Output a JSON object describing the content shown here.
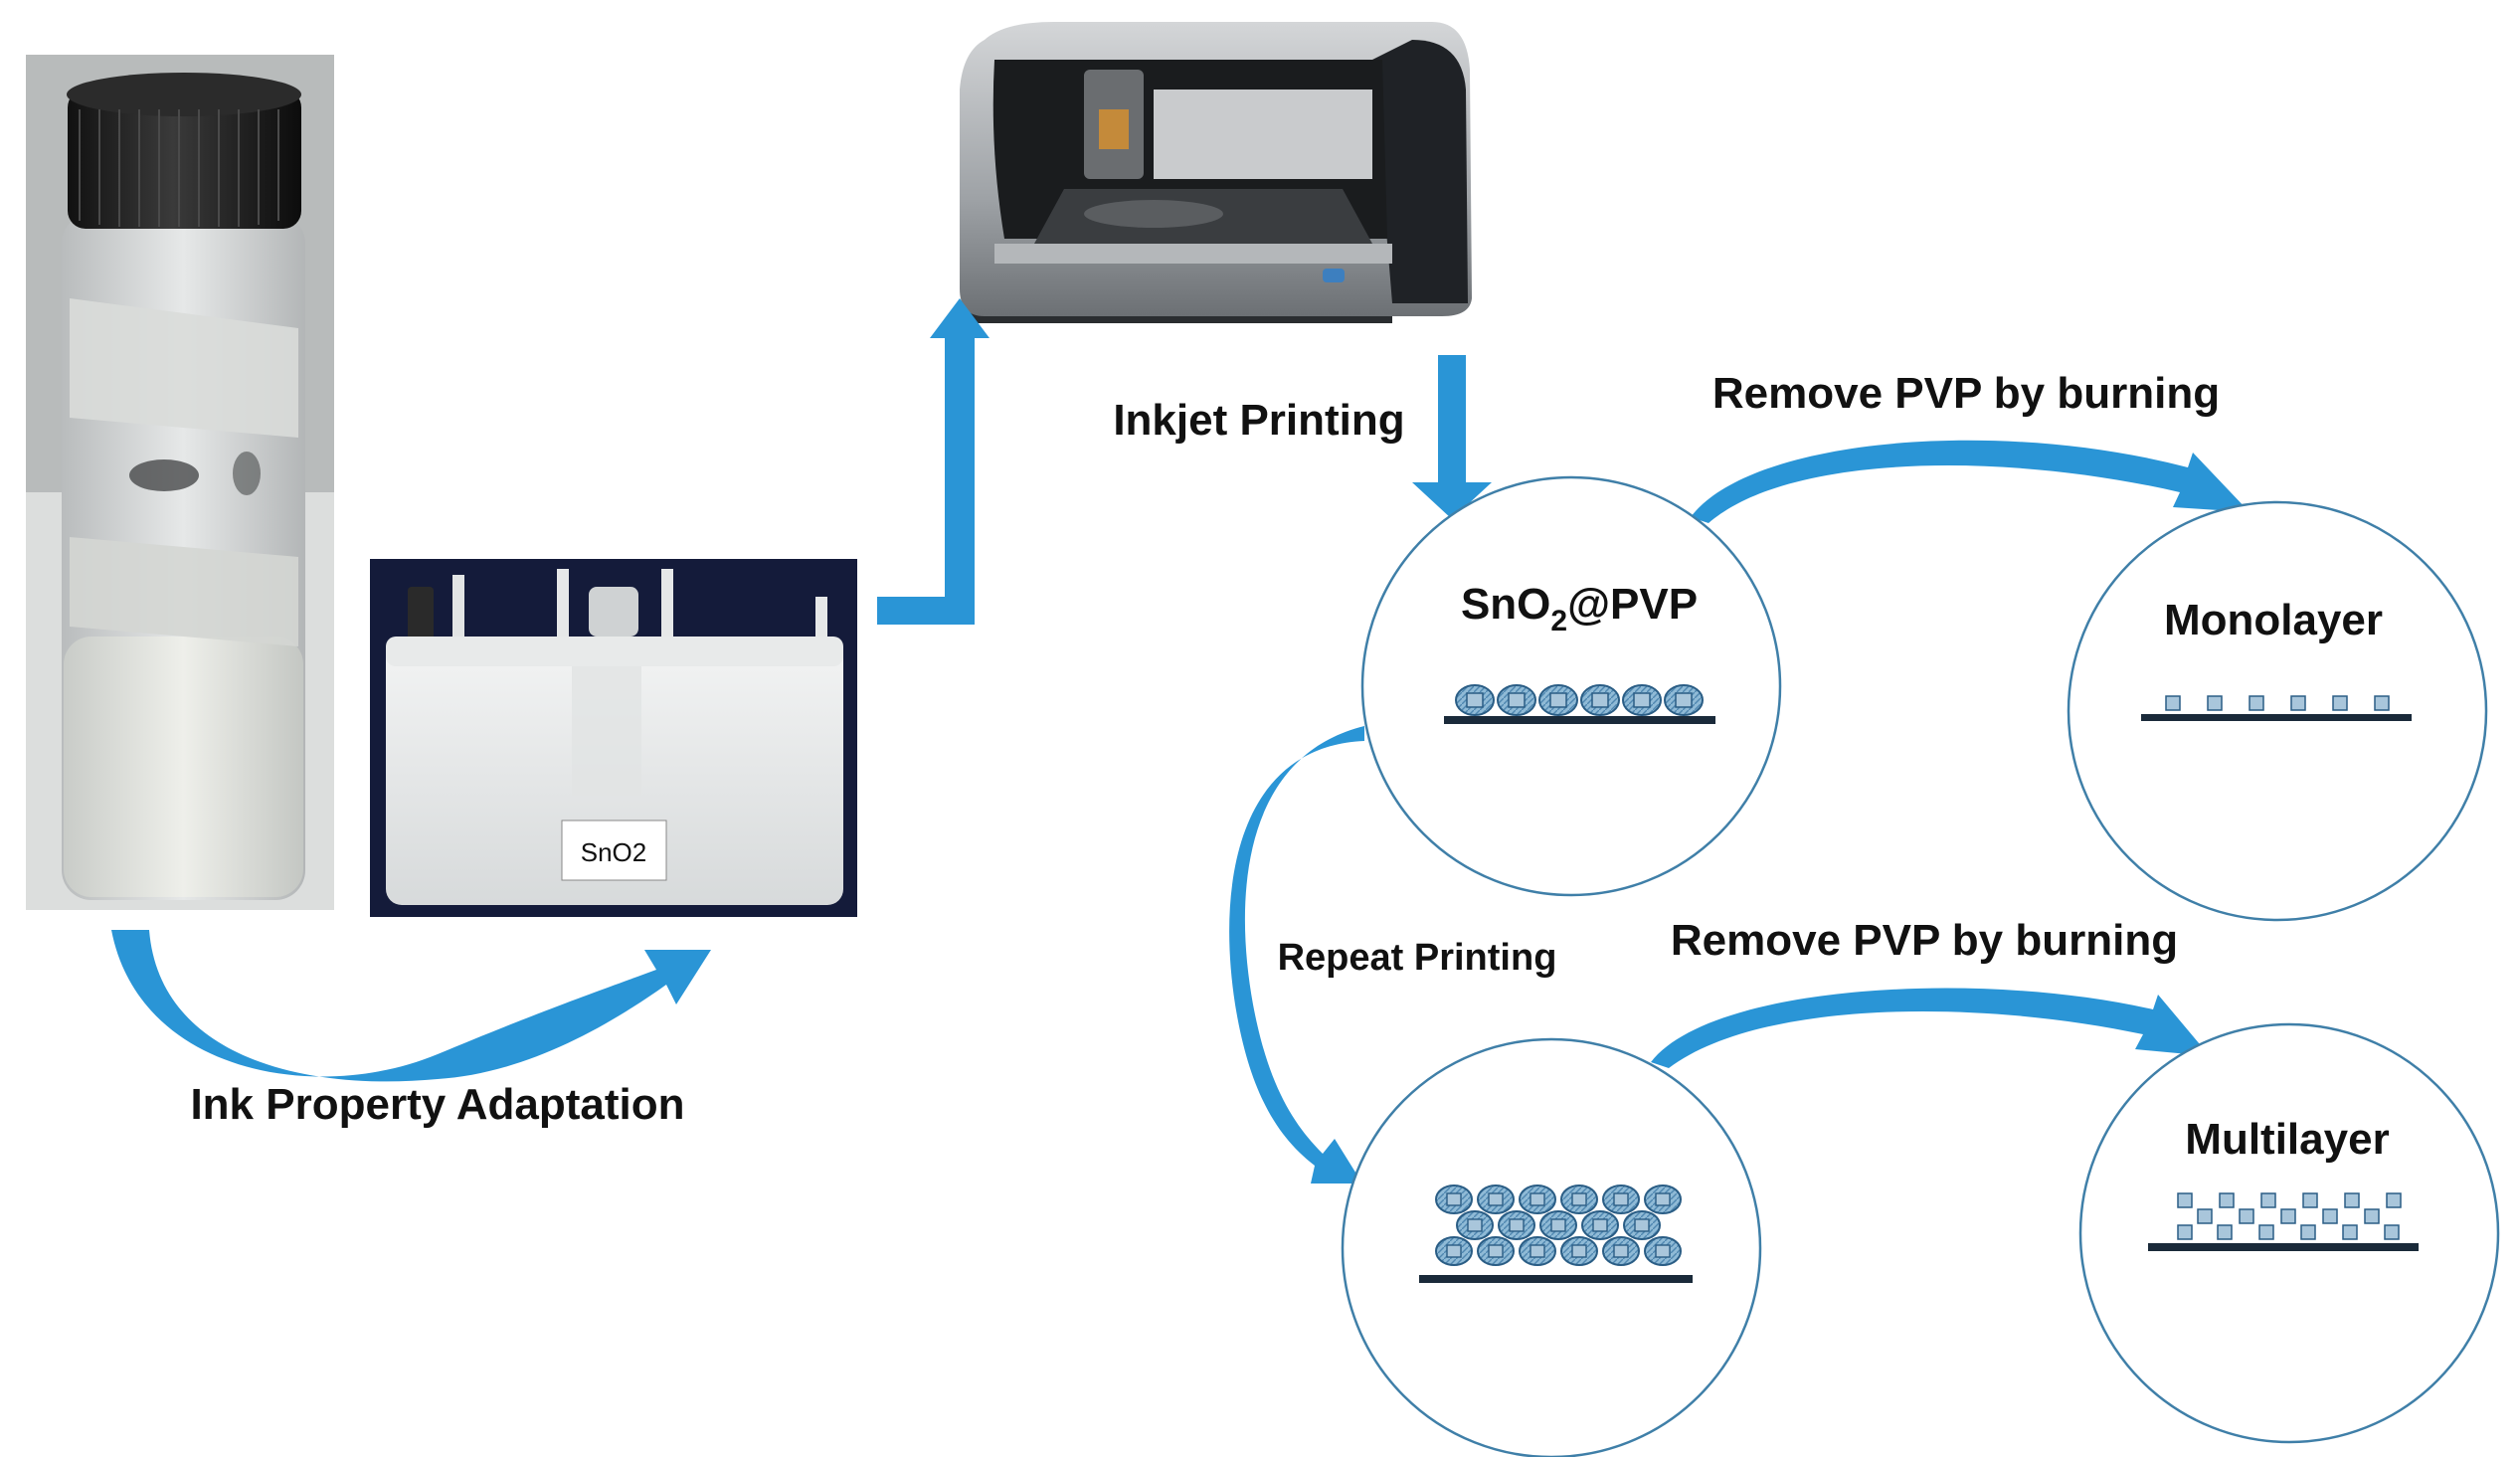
{
  "labels": {
    "ink_property_adaptation": "Ink Property Adaptation",
    "inkjet_printing": "Inkjet Printing",
    "remove_pvp_top": "Remove PVP by burning",
    "remove_pvp_bottom": "Remove PVP by burning",
    "repeat_printing": "Repeat Printing",
    "sno2_pvp_main": "SnO",
    "sno2_pvp_sub": "2",
    "sno2_pvp_tail": "@PVP",
    "monolayer": "Monolayer",
    "multilayer": "Multilayer",
    "cartridge_label": "SnO2"
  },
  "colors": {
    "arrow_blue": "#2a95d6",
    "circle_stroke": "#3f7fa8",
    "particle_fill": "#7db4d6",
    "particle_core": "#a9c6db",
    "substrate": "#1a2a3a"
  }
}
